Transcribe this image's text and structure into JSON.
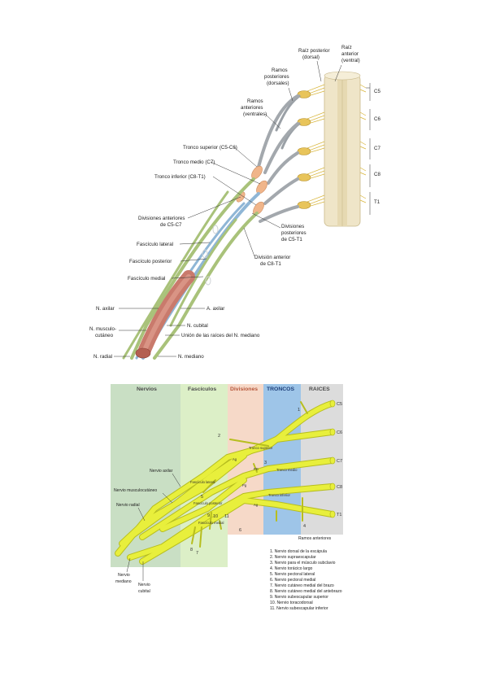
{
  "anatomy": {
    "raiz_posterior": [
      "Raíz posterior",
      "(dorsal)"
    ],
    "raiz_anterior": [
      "Raíz",
      "anterior",
      "(ventral)"
    ],
    "ramos_posteriores": [
      "Ramos",
      "posteriores",
      "(dorsales)"
    ],
    "ramos_anteriores": [
      "Ramos",
      "anteriores",
      "(ventrales)"
    ],
    "levels": [
      "C5",
      "C6",
      "C7",
      "C8",
      "T1"
    ],
    "tronco_superior": "Tronco superior (C5-C6)",
    "tronco_medio": "Tronco medio (C7)",
    "tronco_inferior": "Tronco inferior (C8-T1)",
    "divisiones_anteriores": [
      "Divisiones anteriores",
      "de C5-C7"
    ],
    "divisiones_posteriores": [
      "Divisiones",
      "posteriores",
      "de C5-T1"
    ],
    "division_anterior": [
      "División anterior",
      "de C8-T1"
    ],
    "fasciculo_lateral": "Fascículo lateral",
    "fasciculo_posterior": "Fascículo posterior",
    "fasciculo_medial": "Fascículo medial",
    "n_axilar": "N. axilar",
    "a_axilar": "A. axilar",
    "n_musculo": [
      "N. musculo-",
      "cutáneo"
    ],
    "n_cubital": "N. cubital",
    "union": "Unión de las raíces del N. mediano",
    "n_radial": "N. radial",
    "n_mediano": "N. mediano"
  },
  "schema": {
    "headers": [
      "Nervios",
      "Fascículos",
      "Divisiones",
      "TRONCOS",
      "RAICES"
    ],
    "header_colors": [
      "#c9dfc4",
      "#dcefc7",
      "#f6d9c8",
      "#9ec5e8",
      "#dcdcdc"
    ],
    "levels": [
      "C5",
      "C6",
      "C7",
      "C8",
      "T1"
    ],
    "trunk_labels": [
      "Tronco superior",
      "Tronco medio",
      "Tronco inferior"
    ],
    "division_labels": [
      "Ag",
      "PD",
      "Pg",
      "Ag"
    ],
    "fasciculo_labels": [
      "Fascículo lateral",
      "Fascículo posterior",
      "Fascículo medial"
    ],
    "nerve_labels": {
      "axilar": "Nervio axilar",
      "musculocutaneo": "Nervio musculocutáneo",
      "radial": "Nervio radial",
      "mediano": [
        "Nervio",
        "mediano"
      ],
      "cubital": [
        "Nervio",
        "cubital"
      ]
    },
    "ramos_anteriores": "Ramos anteriores",
    "numbers": [
      "1",
      "2",
      "3",
      "4",
      "5",
      "6",
      "7",
      "8",
      "9",
      "10",
      "11"
    ],
    "legend": [
      "1. Nervio dorsal de la escápula",
      "2. Nervio supraescapular",
      "3. Nervio para el músculo subclavio",
      "4. Nervio torácico largo",
      "5. Nervio pectoral lateral",
      "6. Nervio pectoral medial",
      "7. Nervio cutáneo medial del brazo",
      "8. Nervio cutáneo medial del antebrazo",
      "9. Nervio subescapular superior",
      "10. Nervio toracodorsal",
      "11. Nervio subescapular inferior"
    ],
    "colors": {
      "nerve": "#e8ef3c",
      "nerve_edge": "#b7be1f",
      "artery": "#c97a6c"
    }
  }
}
